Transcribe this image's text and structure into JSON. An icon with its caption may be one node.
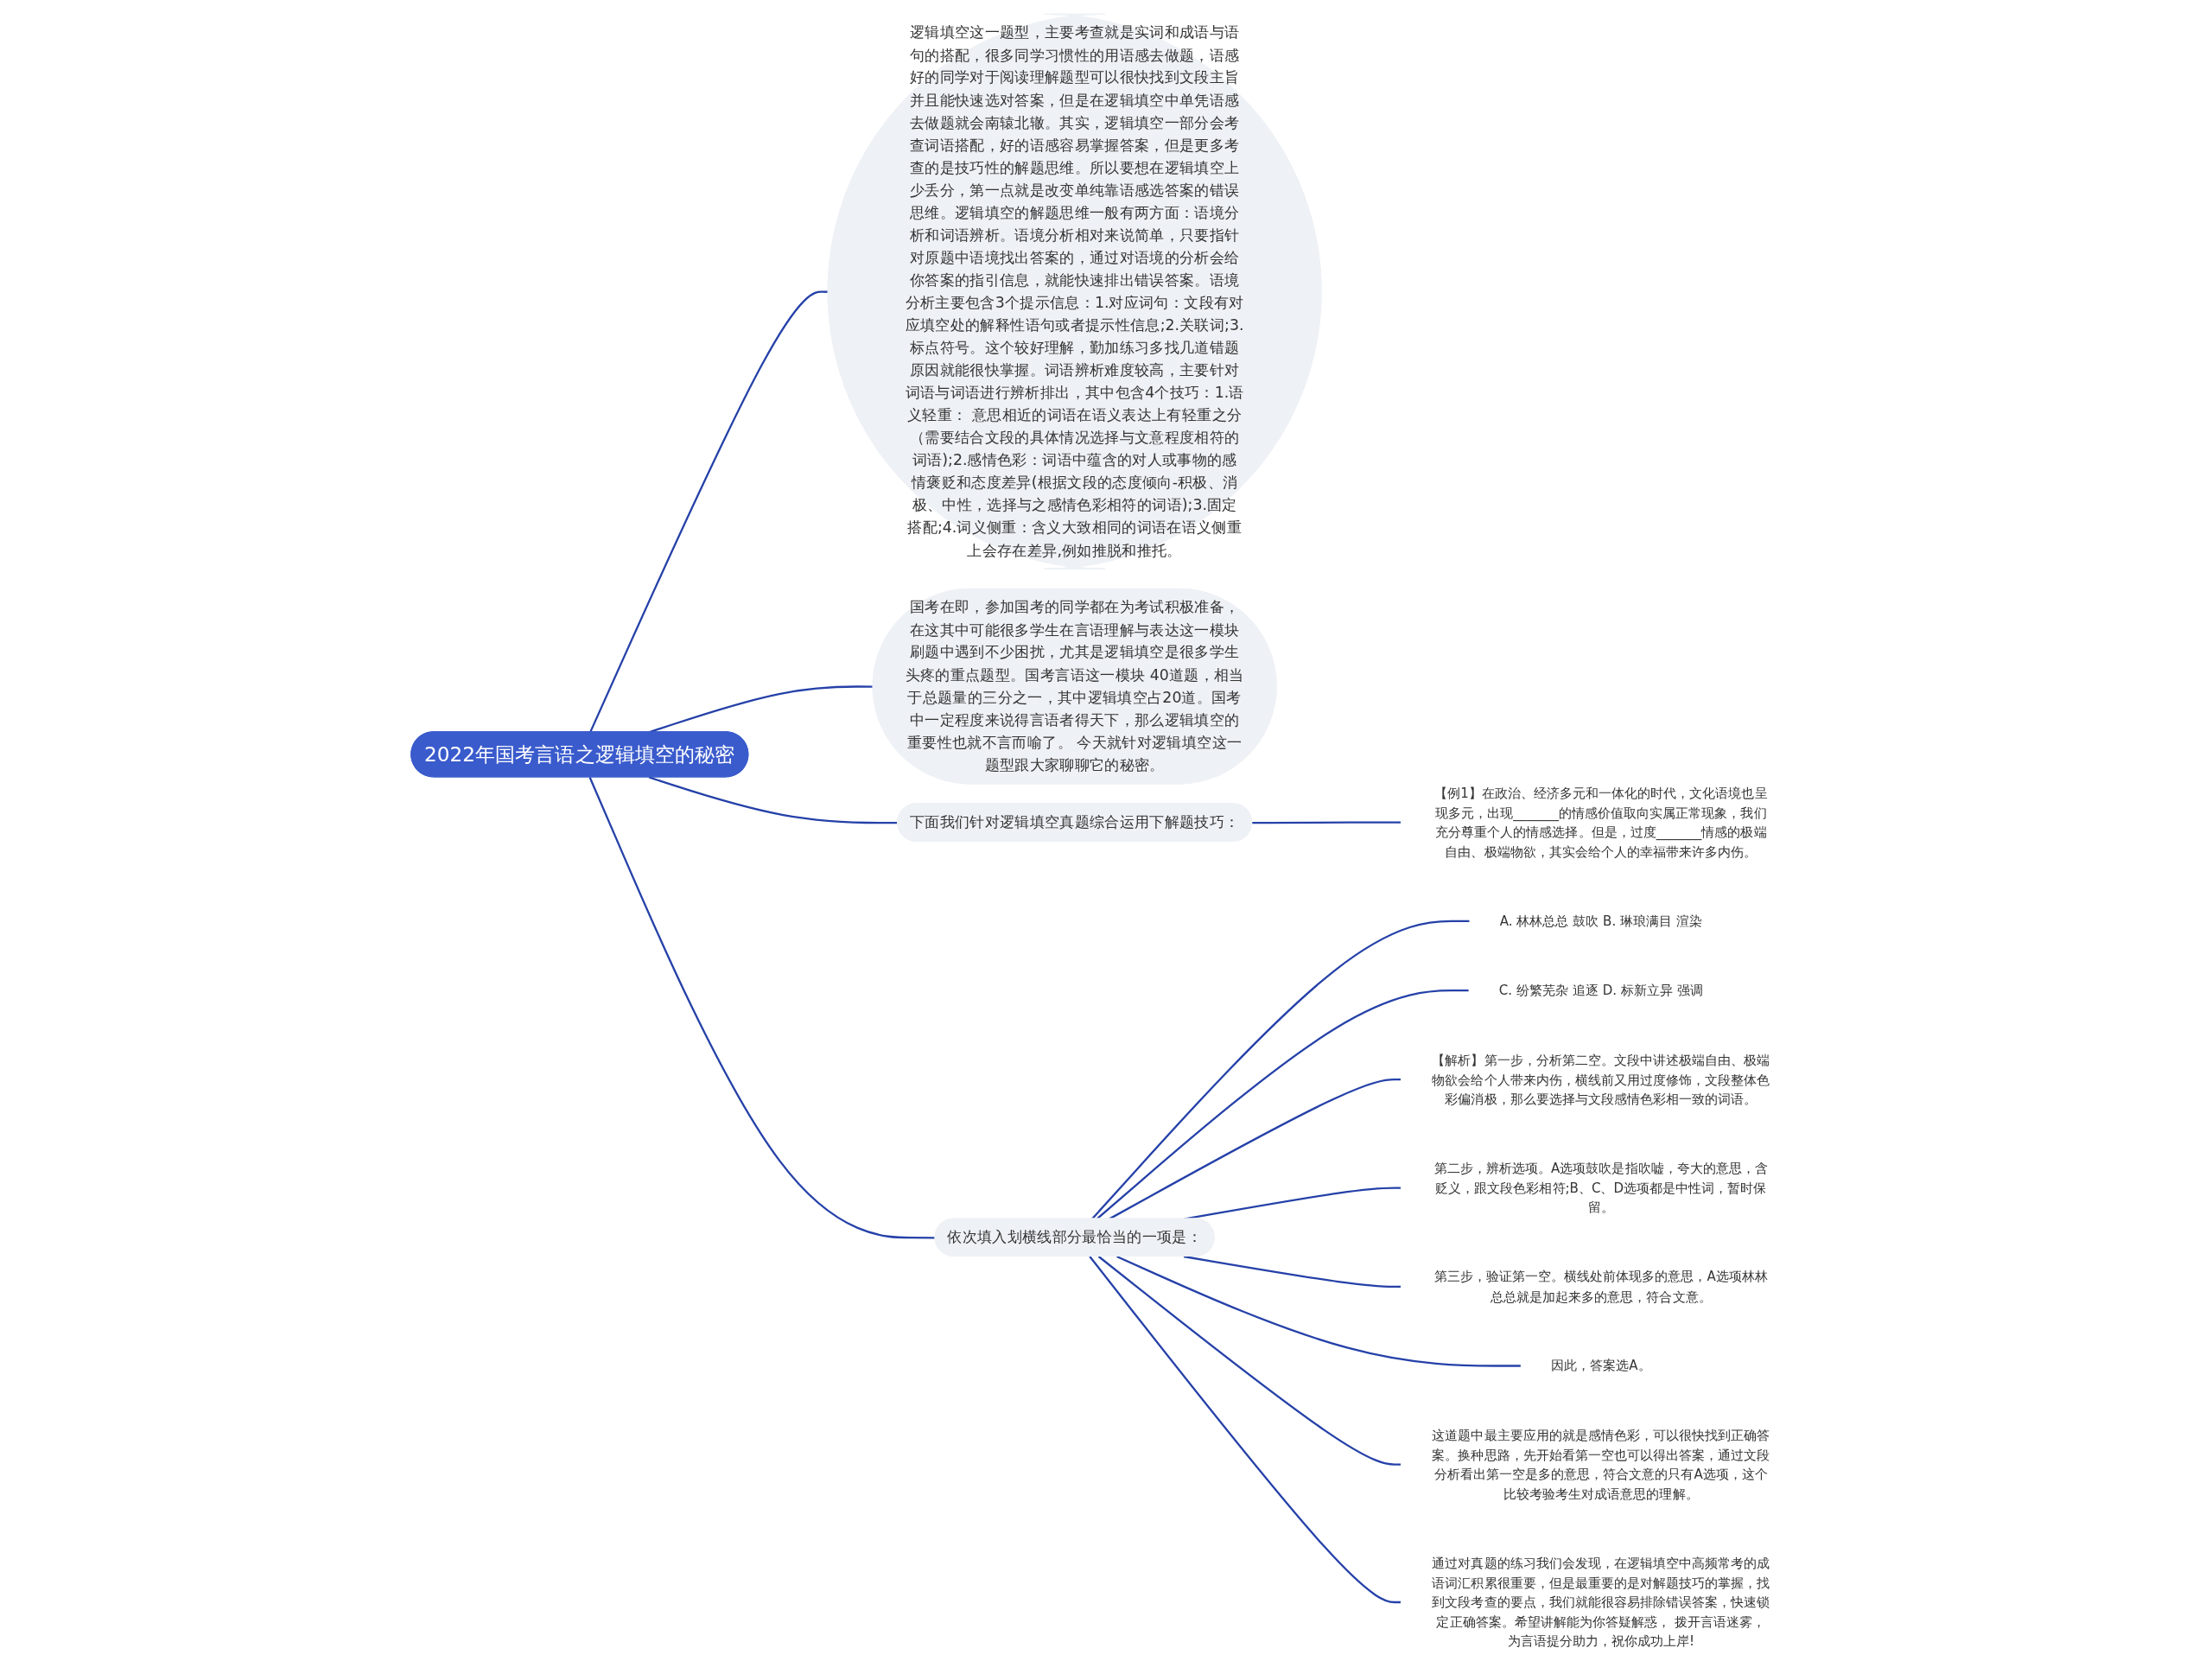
{
  "diagram": {
    "nodes": [
      {
        "text": [
          "2022年国考言语之逻辑填空的秘密"
        ]
      },
      {
        "text": [
          "逻辑填空这一题型，主要考查就是实词和成语与语句的搭配，很多同学习惯性的用语感去做题，语感好的同学对于阅读理解题型可以很快找到文段主旨并且能快速选对答案，但是在逻辑填空中单凭语感去做题就会南辕北辙。其实，逻辑填空一部分会考查词语搭配，好的语感容易掌握答案，但是更多考查的是技巧性的解题思维。所以要想在逻辑填空上少丢分，第一点就是改变单纯靠语感选答案的错误思维。逻辑填空的解题思维一般有两方面：语境分析和词语辨析。语境分析相对来说简单，只要指针对原题中语境找出答案的，通过对语境的分析会给你答案的指引信息，就能快速排出错误答案。语境分析主要包含3个提示信息：1.对应词句：文段有对应填空处的解释性语句或者提示性信息;2.关联词;3.标点符号。这个较好理解，勤加练习多找几道错题原因就能很快掌握。词语辨析难度较高，主要针对词语与词语进行辨析排出，其中包含4个技巧：1.语义轻重： 意思相近的词语在语义表达上有轻重之分（需要结合文段的具体情况选择与文意程度相符的词语);2.感情色彩：词语中蕴含的对人或事物的感情褒贬和态度差异(根据文段的态度倾向-积极、消极、中性，选择与之感情色彩相符的词语);3.固定搭配;4.词义侧重：含义大致相同的词语在语义侧重上会存在差异,例如推脱和推托。"
        ]
      },
      {
        "text": [
          "国考在即，参加国考的同学都在为考试积极准备，在这其中可能很多学生在言语理解与表达这一模块刷题中遇到不少困扰，尤其是逻辑填空是很多学生头疼的重点题型。国考言语这一模块 40道题，相当于总题量的三分之一，其中逻辑填空占20道。国考中一定程度来说得言语者得天下，那么逻辑填空的重要性也就不言而喻了。 今天就针对逻辑填空这一题型跟大家聊聊它的秘密。"
        ]
      },
      {
        "text": [
          "下面我们针对逻辑填空真题综合运用下解题技巧："
        ]
      },
      {
        "text": [
          "【例1】在政治、经济多元和一体化的时代，文化语境也呈现多元，出现_______的情感价值取向实属正常现象，我们充分尊重个人的情感选择。但是，过度_______情感的极端自由、极端物欲，其实会给个人的幸福带来许多内伤。"
        ]
      },
      {
        "text": [
          "依次填入划横线部分最恰当的一项是："
        ]
      },
      {
        "text": [
          "A. 林林总总 鼓吹 B. 琳琅满目 渲染"
        ]
      },
      {
        "text": [
          "C. 纷繁芜杂 追逐 D. 标新立异 强调"
        ]
      },
      {
        "text": [
          "【解析】第一步，分析第二空。文段中讲述极端自由、极端物欲会给个人带来内伤，横线前又用过度修饰，文段整体色彩偏消极，那么要选择与文段感情色彩相一致的词语。"
        ]
      },
      {
        "text": [
          "第二步，辨析选项。A选项鼓吹是指吹嘘，夸大的意思，含贬义，跟文段色彩相符;B、C、D选项都是中性词，暂时保留。"
        ]
      },
      {
        "text": [
          "第三步，验证第一空。横线处前体现多的意思，A选项林林总总就是加起来多的意思，符合文意。"
        ]
      },
      {
        "text": [
          "因此，答案选A。"
        ]
      },
      {
        "text": [
          "这道题中最主要应用的就是感情色彩，可以很快找到正确答案。换种思路，先开始看第一空也可以得出答案，通过文段分析看出第一空是多的意思，符合文意的只有A选项，这个比较考验考生对成语意思的理解。"
        ]
      },
      {
        "text": [
          "通过对真题的练习我们会发现，在逻辑填空中高频常考的成语词汇积累很重要，但是最重要的是对解题技巧的掌握，找到文段考查的要点，我们就能很容易排除错误答案，快速锁定正确答案。希望讲解能为你答疑解惑， 拨开言语迷雾，为言语提分助力，祝你成功上岸!"
        ]
      }
    ],
    "edges": [
      {
        "from": 0,
        "to": 1,
        "arrow": "none"
      },
      {
        "from": 0,
        "to": 2,
        "arrow": "none"
      },
      {
        "from": 0,
        "to": 3,
        "arrow": "none"
      },
      {
        "from": 3,
        "to": 4,
        "arrow": "none"
      },
      {
        "from": 0,
        "to": 5,
        "arrow": "none"
      },
      {
        "from": 5,
        "to": 6,
        "arrow": "none"
      },
      {
        "from": 5,
        "to": 7,
        "arrow": "none"
      },
      {
        "from": 5,
        "to": 8,
        "arrow": "none"
      },
      {
        "from": 5,
        "to": 9,
        "arrow": "none"
      },
      {
        "from": 5,
        "to": 10,
        "arrow": "none"
      },
      {
        "from": 5,
        "to": 11,
        "arrow": "none"
      },
      {
        "from": 5,
        "to": 12,
        "arrow": "none"
      },
      {
        "from": 5,
        "to": 13,
        "arrow": "none"
      }
    ]
  }
}
